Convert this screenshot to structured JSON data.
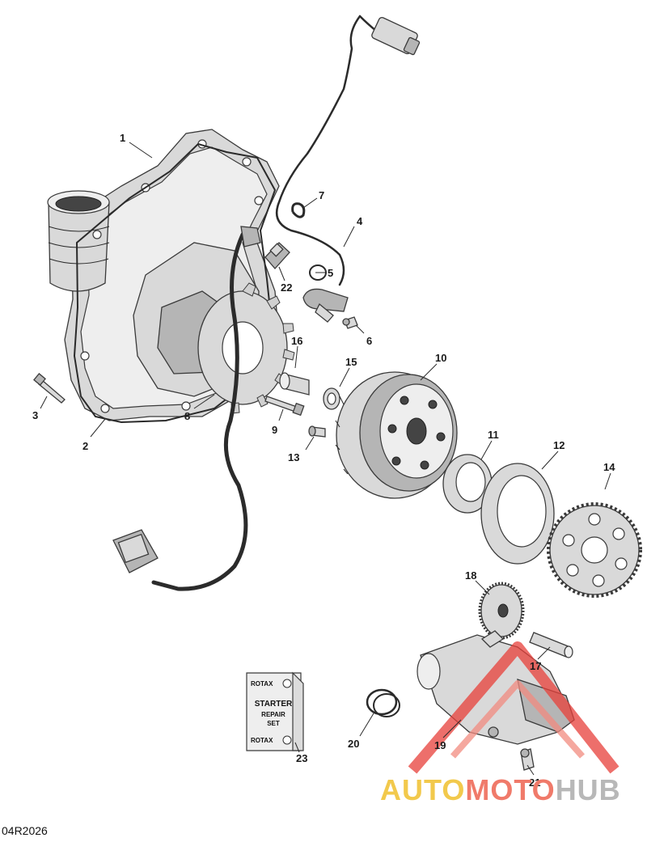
{
  "diagram": {
    "callouts": [
      "1",
      "2",
      "3",
      "4",
      "5",
      "6",
      "7",
      "8",
      "9",
      "10",
      "11",
      "12",
      "13",
      "14",
      "15",
      "16",
      "17",
      "18",
      "19",
      "20",
      "21",
      "22",
      "23"
    ],
    "kit_card": {
      "brand_top": "ROTAX",
      "line1": "STARTER",
      "line2": "REPAIR",
      "line3": "SET",
      "brand_bottom": "ROTAX"
    }
  },
  "footer": {
    "code": "04R2026"
  },
  "watermark": {
    "part1": "AUTO",
    "part2": "MOTO",
    "part3": "HUB",
    "colors": {
      "auto": "#f2c94c",
      "moto": "#f07a6a",
      "hub": "#b8b8b8",
      "logo": "#e8403a"
    }
  }
}
